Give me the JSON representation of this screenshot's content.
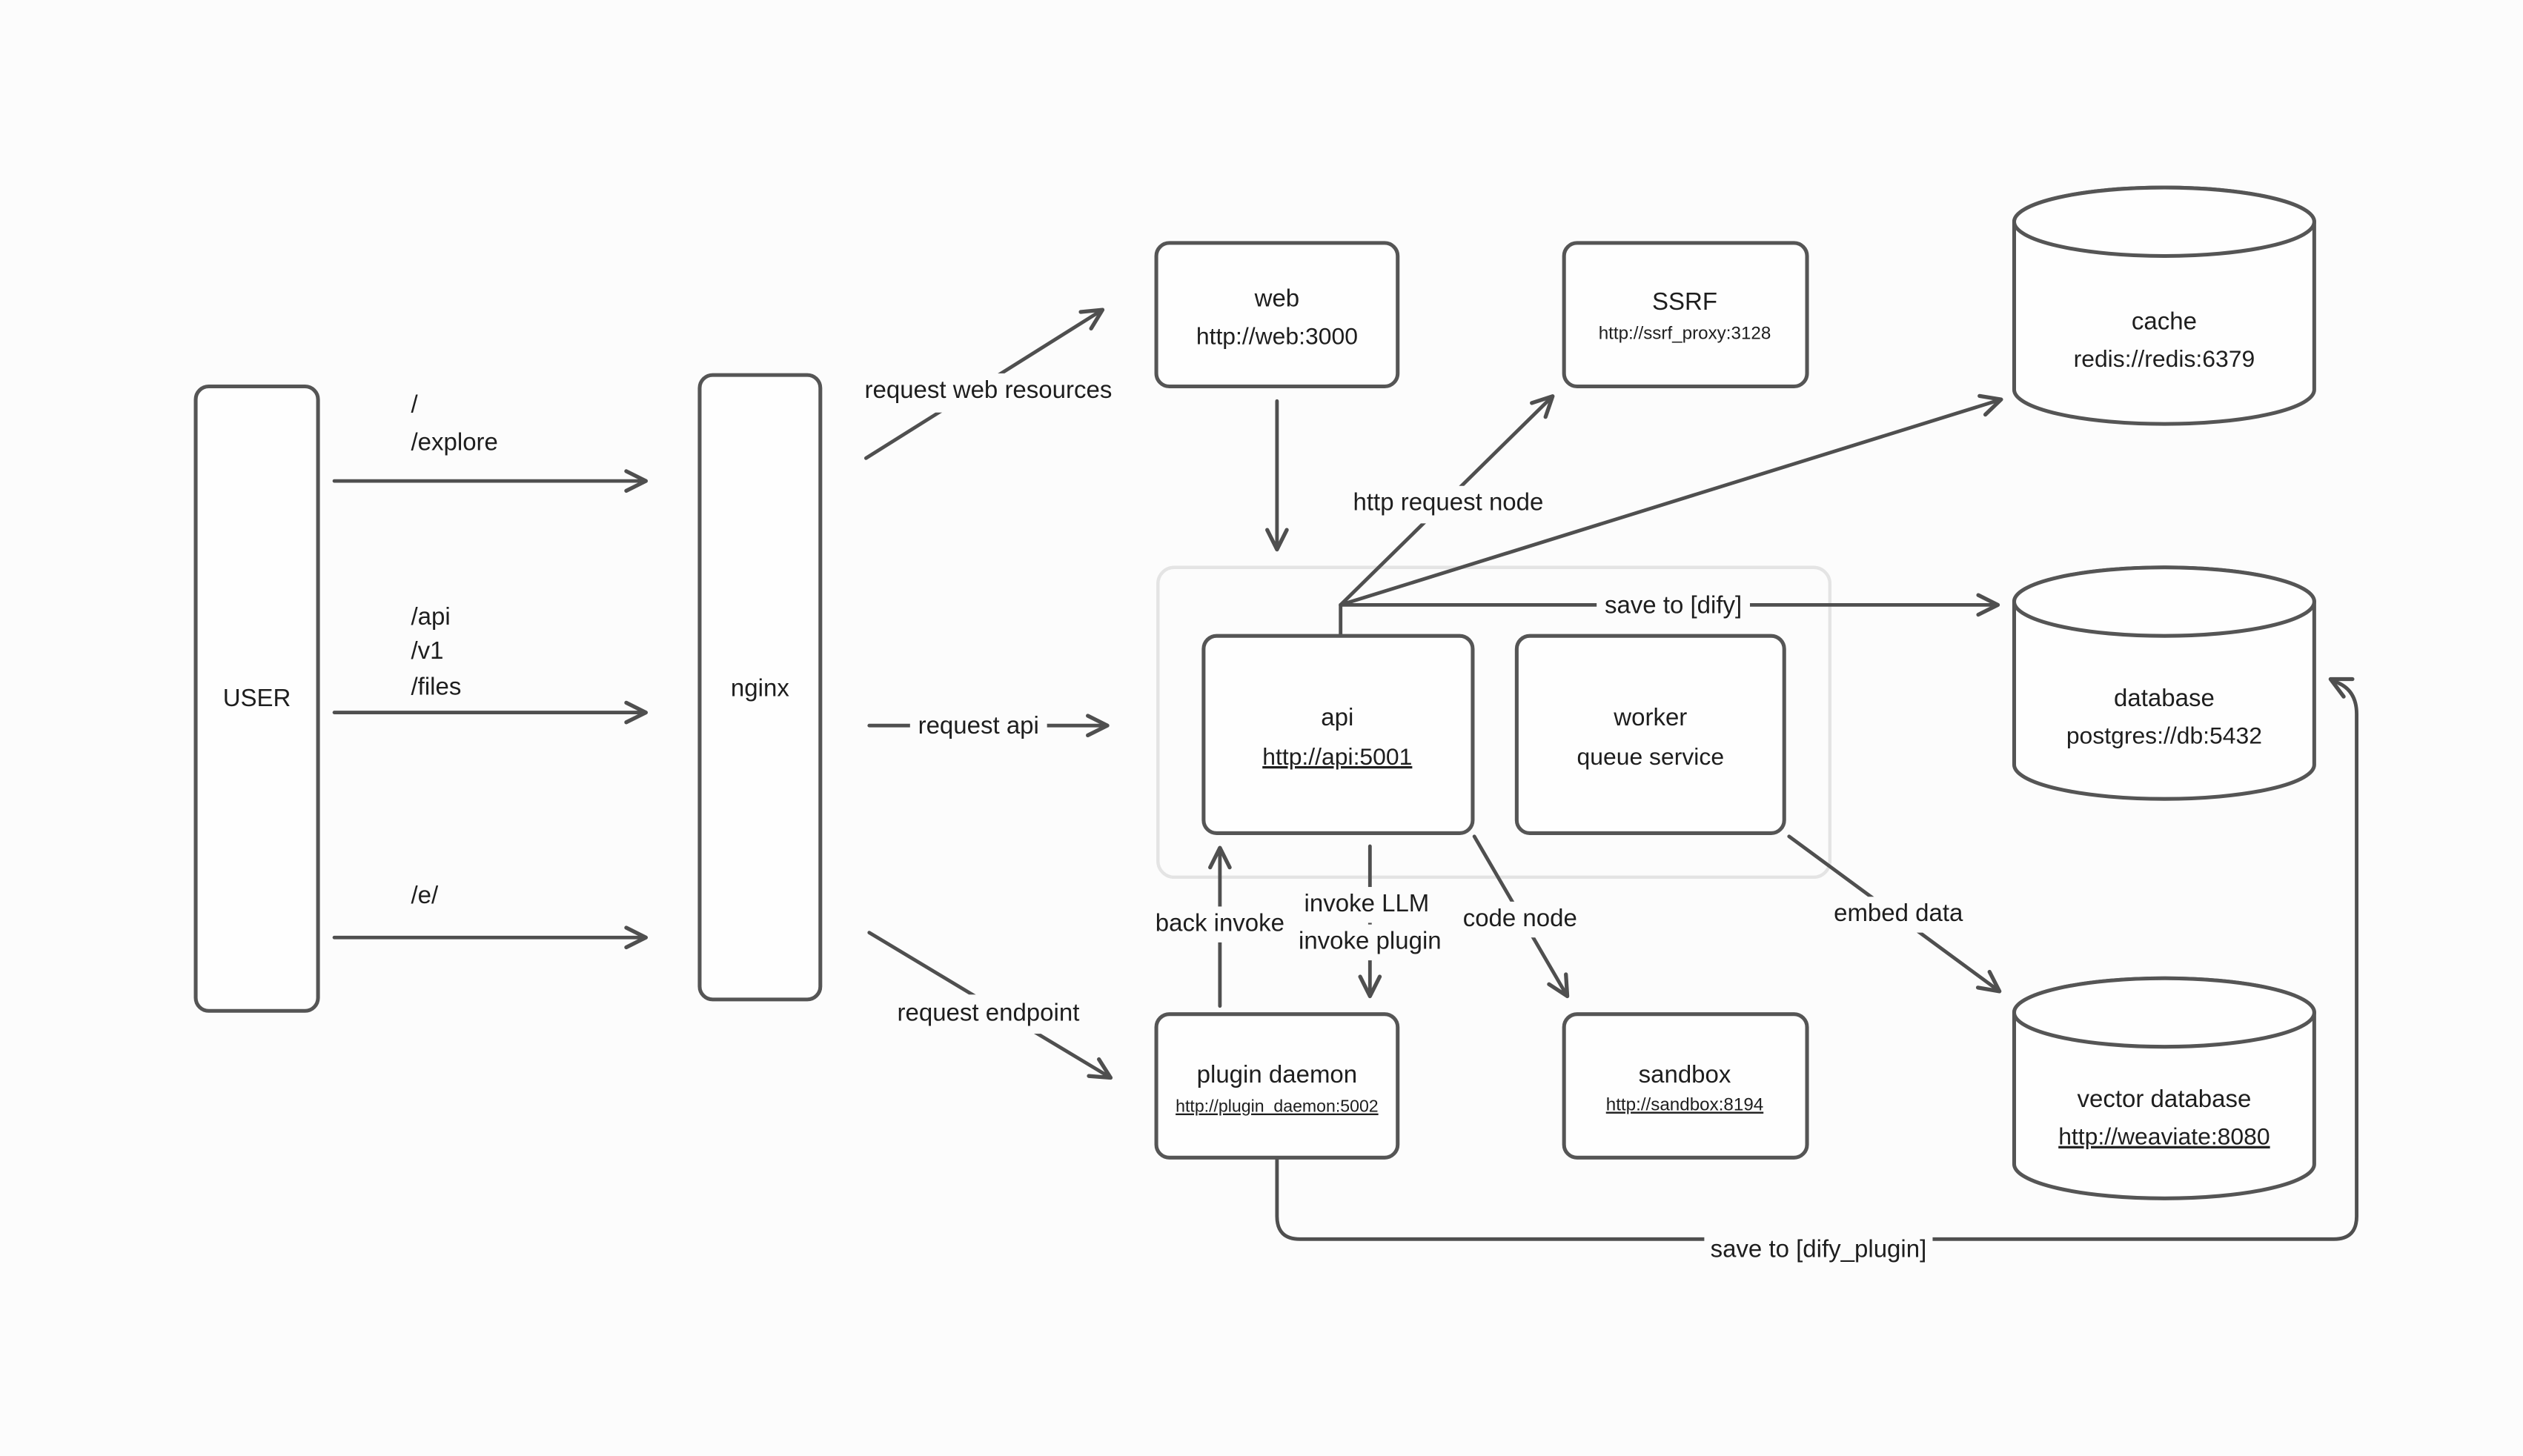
{
  "colors": {
    "background": "#fcfcfc",
    "node_fill": "#fefefe",
    "stroke": "#4f4f4f",
    "node_border": "#555555",
    "container_border": "#e4e4e4",
    "text": "#1e1e1e"
  },
  "nodes": {
    "user": {
      "label": "USER"
    },
    "nginx": {
      "label": "nginx"
    },
    "web": {
      "label": "web",
      "url": "http://web:3000"
    },
    "ssrf": {
      "label": "SSRF",
      "url": "http://ssrf_proxy:3128"
    },
    "cache": {
      "label": "cache",
      "url": "redis://redis:6379"
    },
    "database": {
      "label": "database",
      "url": "postgres://db:5432"
    },
    "api": {
      "label": "api",
      "url": "http://api:5001"
    },
    "worker": {
      "label": "worker",
      "sublabel": "queue service"
    },
    "plugin_daemon": {
      "label": "plugin daemon",
      "url": "http://plugin_daemon:5002"
    },
    "sandbox": {
      "label": "sandbox",
      "url": "http://sandbox:8194"
    },
    "vector_database": {
      "label": "vector database",
      "url": "http://weaviate:8080"
    }
  },
  "edges": {
    "user_routes_web": [
      "/",
      "/explore"
    ],
    "user_routes_api": [
      "/api",
      "/v1",
      "/files"
    ],
    "user_routes_e": [
      "/e/"
    ],
    "request_web_resources": "request web resources",
    "request_api": "request api",
    "request_endpoint": "request endpoint",
    "http_request_node": "http request node",
    "save_to_dify": "save to [dify]",
    "back_invoke": "back invoke",
    "invoke_llm": "invoke LLM",
    "invoke_plugin": "invoke plugin",
    "code_node": "code node",
    "embed_data": "embed data",
    "save_to_dify_plugin": "save to [dify_plugin]"
  }
}
